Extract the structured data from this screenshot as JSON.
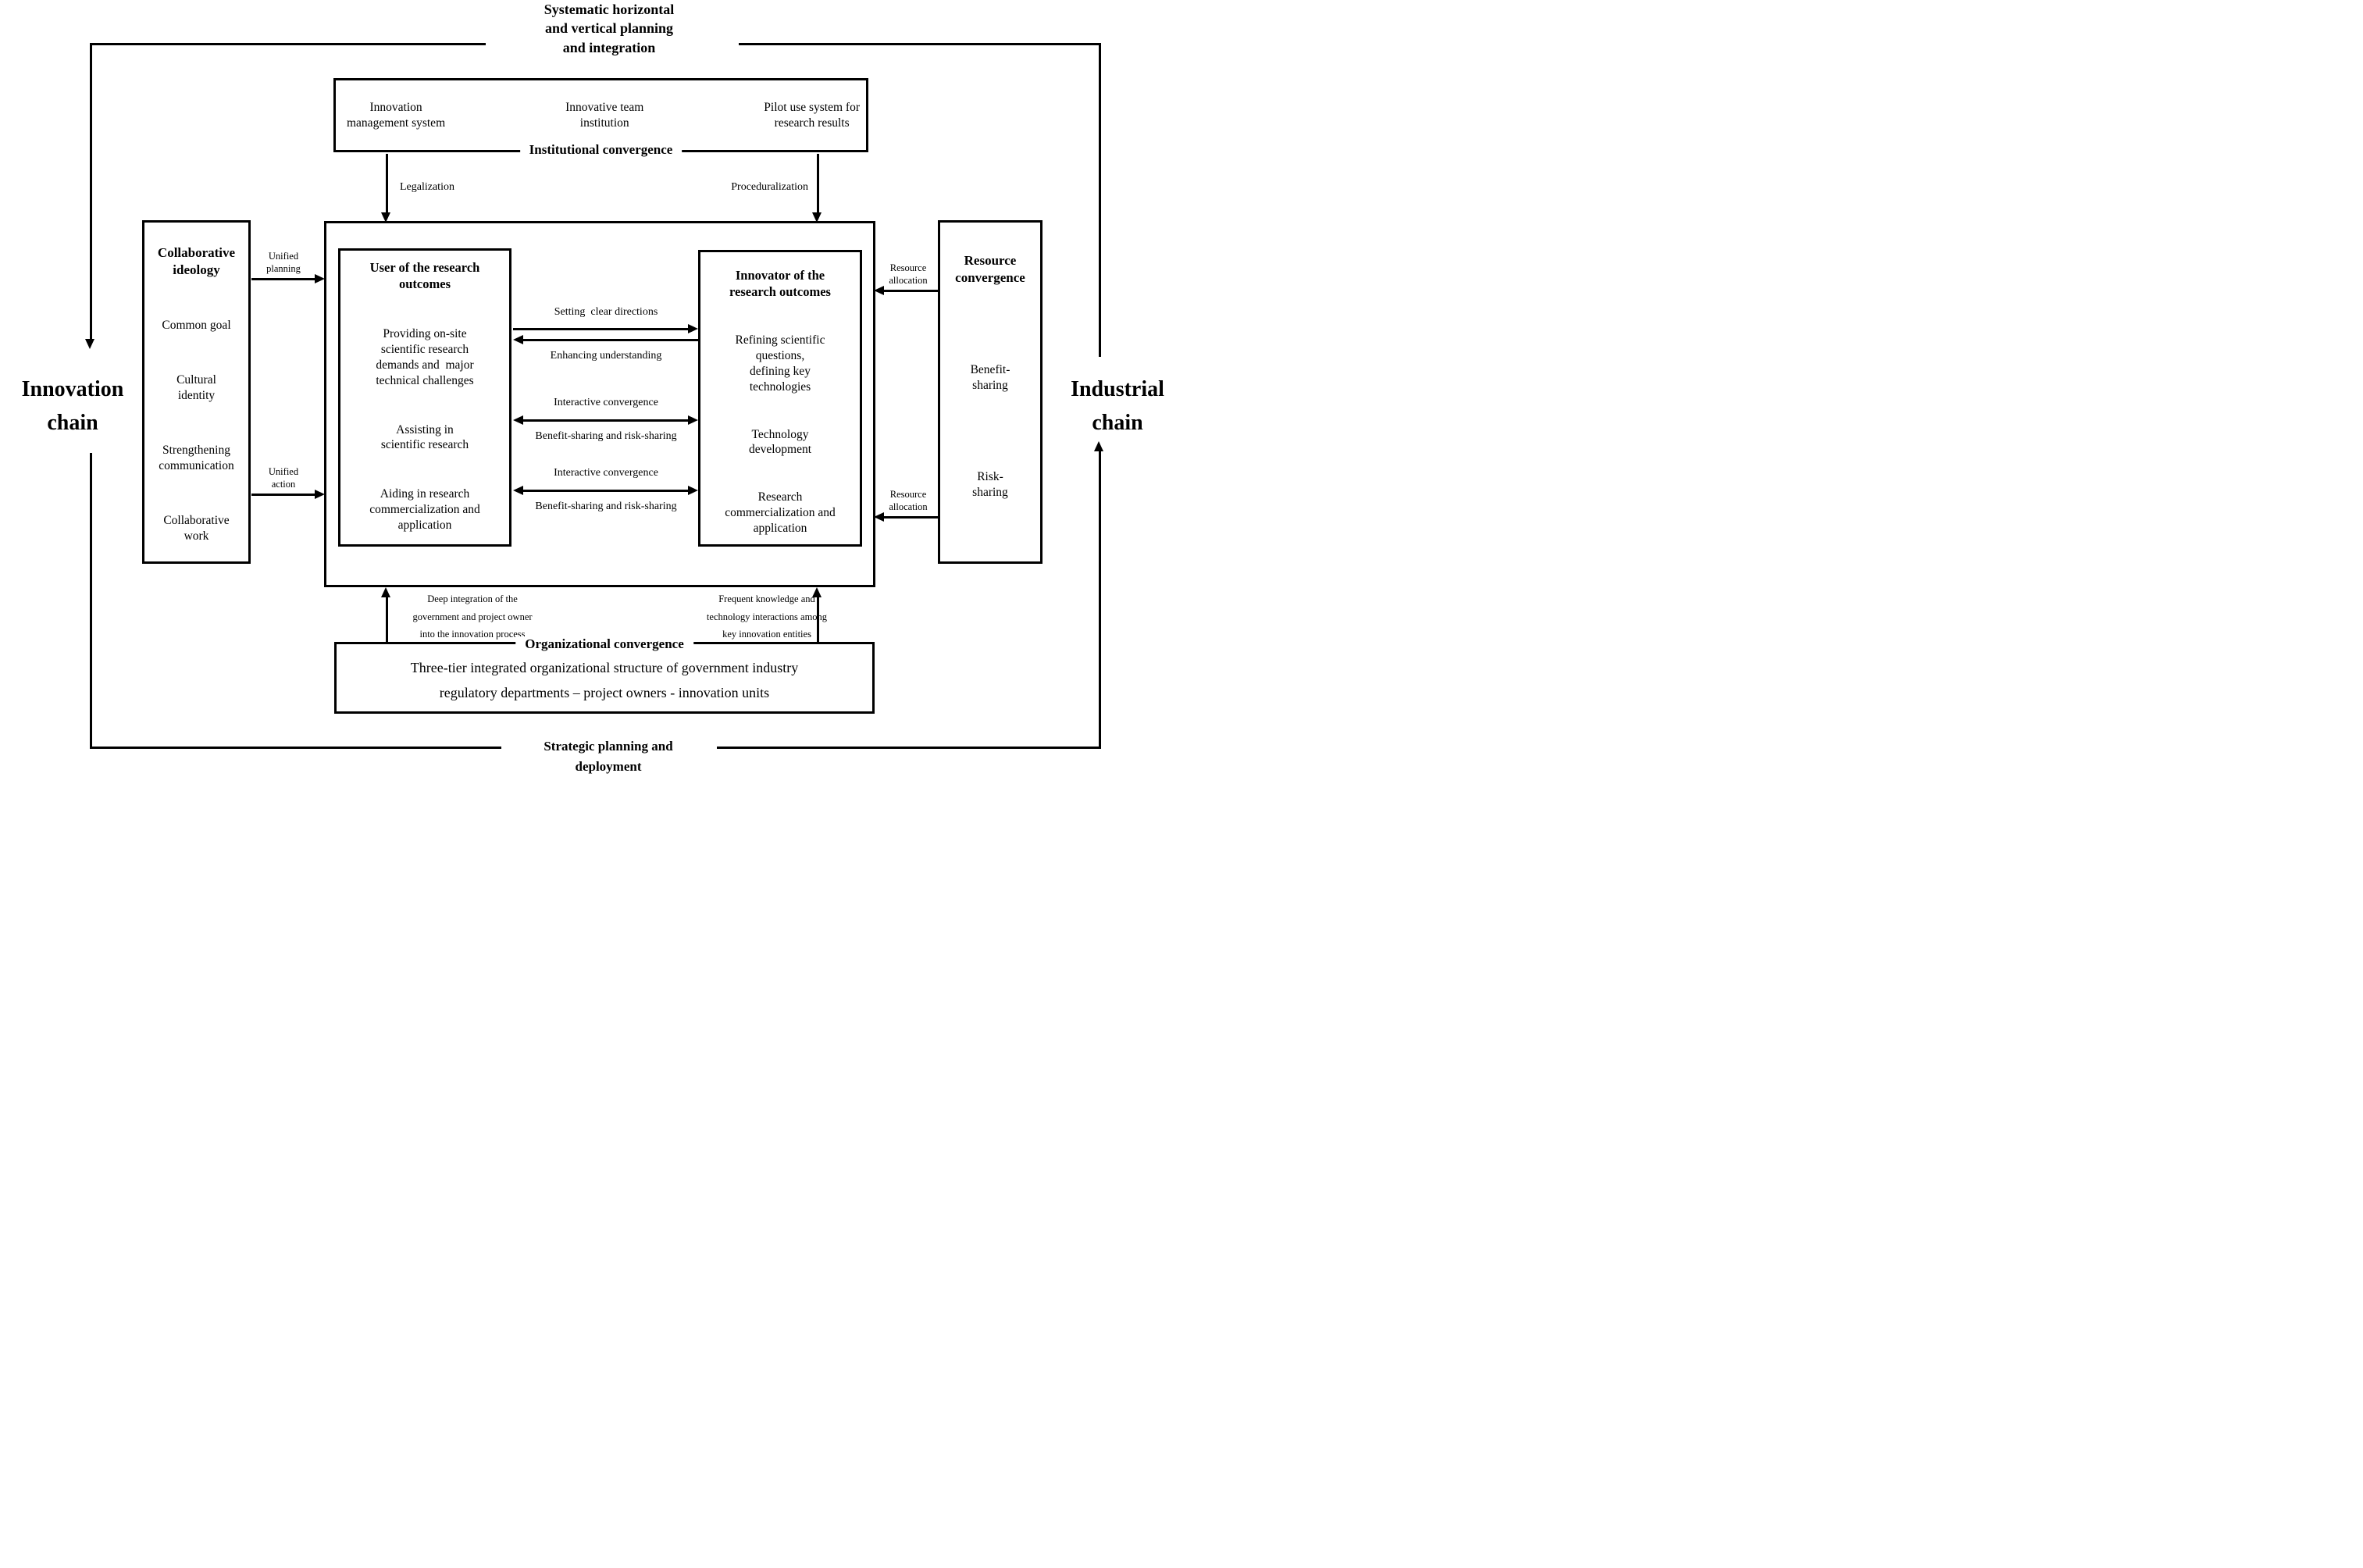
{
  "colors": {
    "ink": "#000000",
    "background": "#ffffff"
  },
  "top_title": "Systematic horizontal\nand vertical planning\nand integration",
  "left_chain_label": "Innovation\nchain",
  "right_chain_label": "Industrial\nchain",
  "bottom_caption": "Strategic planning and\ndeployment",
  "institutional": {
    "items": [
      {
        "label": "Innovation\nmanagement system"
      },
      {
        "label": "Innovative team\ninstitution"
      },
      {
        "label": "Pilot use system for\nresearch results"
      }
    ],
    "edge_label": "Institutional convergence",
    "arrow_left_label": "Legalization",
    "arrow_right_label": "Proceduralization"
  },
  "collaborative": {
    "title": "Collaborative\nideology",
    "items": [
      {
        "label": "Common goal"
      },
      {
        "label": "Cultural\nidentity"
      },
      {
        "label": "Strengthening\ncommunication"
      },
      {
        "label": "Collaborative\nwork"
      }
    ],
    "arrow_top_label": "Unified\nplanning",
    "arrow_bottom_label": "Unified\naction"
  },
  "resource": {
    "title": "Resource\nconvergence",
    "items": [
      {
        "label": "Benefit-\nsharing"
      },
      {
        "label": "Risk-\nsharing"
      }
    ],
    "arrow_top_label": "Resource\nallocation",
    "arrow_bottom_label": "Resource\nallocation"
  },
  "user_box": {
    "title": "User of the research\noutcomes",
    "items": [
      {
        "label": "Providing on-site\nscientific research\ndemands and  major\ntechnical challenges"
      },
      {
        "label": "Assisting in\nscientific research"
      },
      {
        "label": "Aiding in research\ncommercialization and\napplication"
      }
    ]
  },
  "innovator_box": {
    "title": "Innovator of the\nresearch outcomes",
    "items": [
      {
        "label": "Refining scientific\nquestions,\ndefining key\ntechnologies"
      },
      {
        "label": "Technology\ndevelopment"
      },
      {
        "label": "Research\ncommercialization and\napplication"
      }
    ]
  },
  "center_arrows": {
    "row1_label": "Setting  clear directions",
    "row2_label": "Enhancing understanding",
    "row3_top_label": "Interactive convergence",
    "row3_bottom_label": "Benefit-sharing and risk-sharing",
    "row4_top_label": "Interactive convergence",
    "row4_bottom_label": "Benefit-sharing and risk-sharing"
  },
  "organizational": {
    "edge_label": "Organizational convergence",
    "body": "Three-tier integrated organizational structure of government industry\nregulatory departments – project owners - innovation units",
    "arrow_left_label": "Deep integration of the\ngovernment and project owner\ninto the innovation process",
    "arrow_right_label": "Frequent knowledge and\ntechnology interactions among\nkey innovation entities"
  }
}
